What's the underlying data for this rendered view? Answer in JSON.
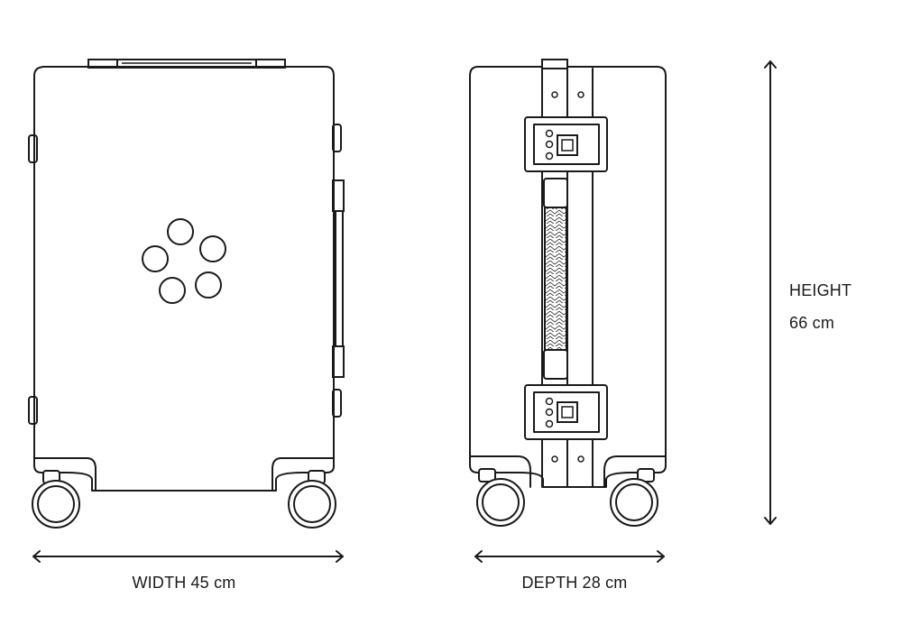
{
  "dimensions": {
    "width": {
      "label": "WIDTH",
      "value": "45 cm"
    },
    "depth": {
      "label": "DEPTH",
      "value": "28 cm"
    },
    "height": {
      "label": "HEIGHT",
      "value": "66 cm"
    }
  },
  "colors": {
    "line": "#1a1a1a",
    "background": "#ffffff"
  }
}
